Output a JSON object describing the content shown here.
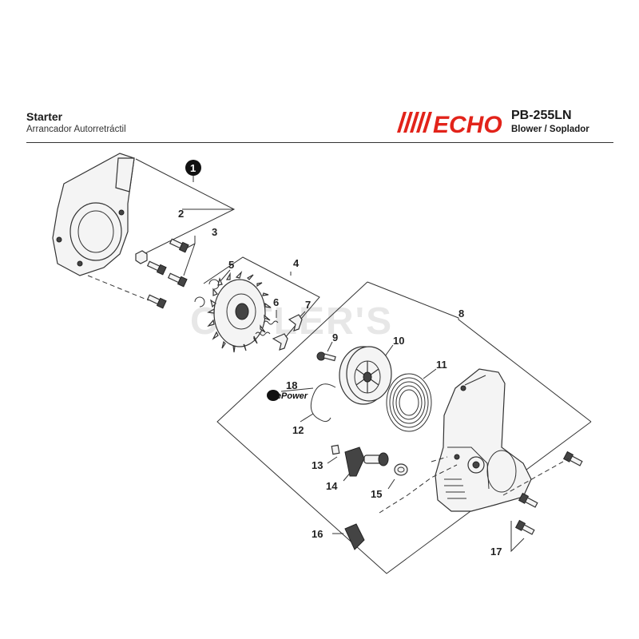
{
  "header": {
    "title": "Starter",
    "subtitle": "Arrancador Autorretráctil",
    "model": "PB-255LN",
    "machine": "Blower / Soplador",
    "brand_logo_text": "ECHO"
  },
  "watermark": "CUTLER'S",
  "colors": {
    "brand_red": "#e2231a",
    "ink": "#222222",
    "part_fill": "#f4f4f4"
  },
  "callouts": {
    "c1": "1",
    "c2": "2",
    "c3": "3",
    "c4": "4",
    "c5": "5",
    "c6": "6",
    "c7": "7",
    "c8": "8",
    "c9": "9",
    "c10": "10",
    "c11": "11",
    "c12": "12",
    "c13": "13",
    "c14": "14",
    "c15": "15",
    "c16": "16",
    "c17": "17",
    "c18": "18"
  },
  "repower_label": "RePower"
}
